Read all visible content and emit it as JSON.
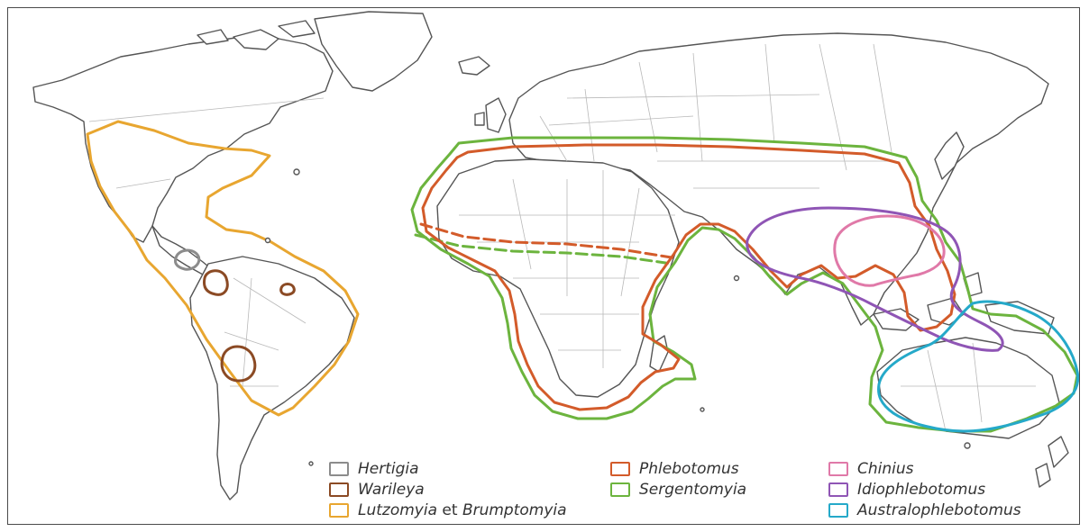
{
  "map": {
    "legend": [
      {
        "id": "hertigia",
        "label": "Hertigia",
        "color": "#8c8c8c"
      },
      {
        "id": "warileya",
        "label": "Warileya",
        "color": "#8b4a24"
      },
      {
        "id": "lutzomyia",
        "label_a": "Lutzomyia",
        "label_conj": " et ",
        "label_b": "Brumptomyia",
        "color": "#e8a630"
      },
      {
        "id": "phlebotomus",
        "label": "Phlebotomus",
        "color": "#d35b2a"
      },
      {
        "id": "sergentomyia",
        "label": "Sergentomyia",
        "color": "#6cb43e"
      },
      {
        "id": "chinius",
        "label": "Chinius",
        "color": "#e079a8"
      },
      {
        "id": "idiophlebotomus",
        "label": "Idiophlebotomus",
        "color": "#8f55b5"
      },
      {
        "id": "australophlebotomus",
        "label": "Australophlebotomus",
        "color": "#25a9c9"
      }
    ]
  }
}
